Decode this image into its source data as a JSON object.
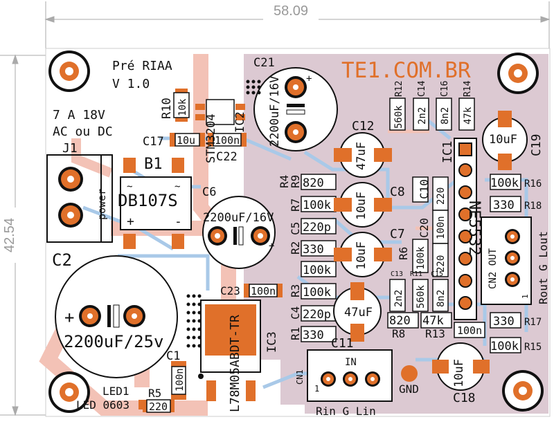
{
  "dimensions": {
    "width": "58.09",
    "height": "42.54"
  },
  "board": {
    "brand": "TE1.COM.BR",
    "title": "Pré RIAA",
    "version": "V 1.0",
    "power_note_1": "7 A 18V",
    "power_note_2": "AC ou DC",
    "gnd": "GND",
    "power_label": "power"
  },
  "components": {
    "J1": "J1",
    "B1": "B1",
    "bridge": "DB107S",
    "C2": "C2",
    "C2_val": "2200uF/25v",
    "C6": "C6",
    "C6_val": "2200uF/16V",
    "C21": "C21",
    "C21_val": "2200uF/16V",
    "C12": "C12",
    "C12_val": "47uF",
    "C8": "C8",
    "C8_val": "10uF",
    "C7": "C7",
    "C7_val": "10uF",
    "C11": "C11",
    "C11_val": "47uF",
    "C18": "C18",
    "C18_val": "10uF",
    "C19": "C19",
    "C19_val": "10uF",
    "R10": "R10",
    "R10_val": "10k",
    "C17": "C17",
    "C17_val": "10u",
    "C17b_val": "100n",
    "C22": "C22",
    "IC2": "IC2",
    "IC2_part": "STM3204",
    "IC3": "IC3",
    "IC3_part": "L78M05ABDT-TR",
    "C23_val": "100n",
    "C23": "C23",
    "C1": "C1",
    "C1_val": "100n",
    "LED1": "LED1",
    "LED_pkg": "LED 0603",
    "R5": "R5",
    "R5_val": "220",
    "R9": "R9",
    "R9_val": "820",
    "R7": "R7",
    "R7_val": "100k",
    "C5": "C5",
    "C5_val": "220p",
    "R2": "R2",
    "R2_val": "330",
    "R4": "R4",
    "R4_val": "100k",
    "R3": "R3",
    "R3_val": "100k",
    "C4": "C4",
    "C4_val": "220p",
    "R1": "R1",
    "R1_val": "330",
    "R12": "R12",
    "R12_val": "560k",
    "C14": "C14",
    "C14_val": "2n2",
    "C16": "C16",
    "C16_val": "8n2",
    "R14": "R14",
    "R14_val": "47k",
    "IC1": "IC1",
    "IC1_part": "NE5532",
    "C10": "C10",
    "C10_val": "220",
    "C20": "C20",
    "C20_val": "100n",
    "R6": "R6",
    "R6_val": "100k",
    "C13": "C13",
    "C13_val": "2n2",
    "R11": "R11",
    "R11_val": "560k",
    "C15": "C15",
    "C15_val": "8n2",
    "R8": "R8",
    "R8_val": "820",
    "R13": "R13",
    "R13_val": "47k",
    "C9_val": "220",
    "C3_val": "100n",
    "R16": "R16",
    "R16_val": "100k",
    "R18": "R18",
    "R18_val": "330",
    "R17": "R17",
    "R17_val": "330",
    "R15": "R15",
    "R15_val": "100k",
    "CN2": "CN2 OUT",
    "rout": "Rout G Lout",
    "CN1": "CN1",
    "IN": "IN",
    "rin": "Rin G Lin",
    "pin1": "1"
  },
  "colors": {
    "board": "#ffffff",
    "copper_pad": "#e0702a",
    "silk": "#111111",
    "bottom_fill": "#dcc9d2",
    "bottom_trace": "#a9c9e8",
    "top_trace": "#f3c2b6",
    "brand": "#e0702a"
  }
}
